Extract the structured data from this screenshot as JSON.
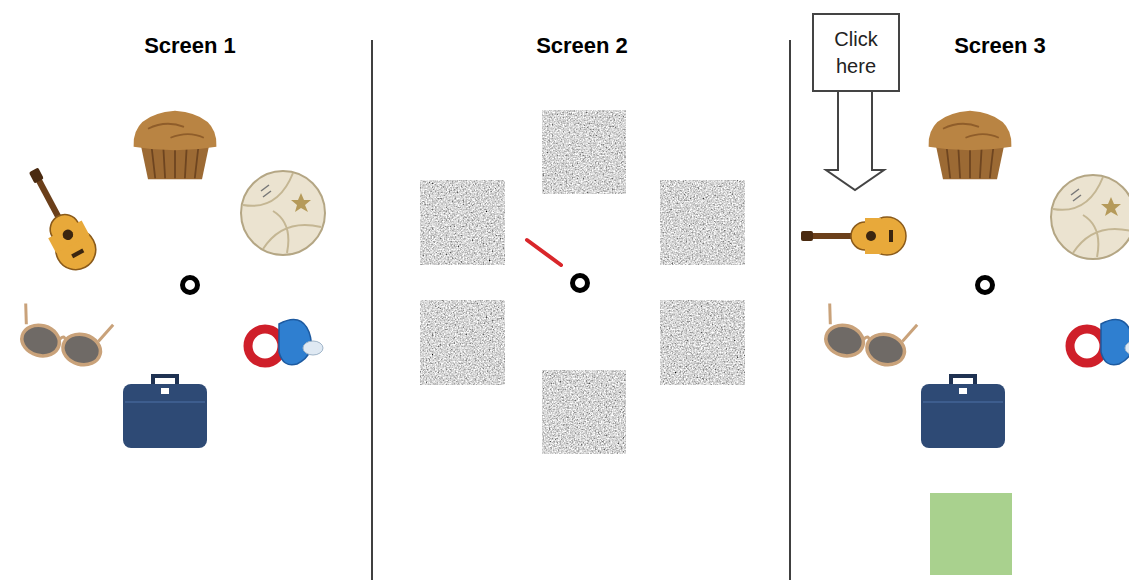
{
  "diagram": {
    "nodes": [
      {
        "text": [
          "Click here"
        ]
      }
    ],
    "labels": [
      "Screen 1",
      "Screen 2",
      "Screen 3"
    ]
  }
}
